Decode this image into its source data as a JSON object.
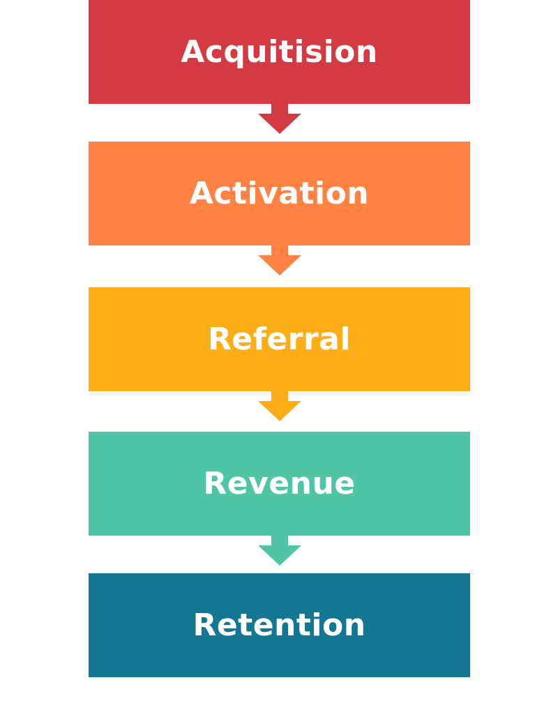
{
  "steps": [
    {
      "label": "Acquitision",
      "color": "#D33A42"
    },
    {
      "label": "Activation",
      "color": "#FE8242"
    },
    {
      "label": "Referral",
      "color": "#FDAD16"
    },
    {
      "label": "Revenue",
      "color": "#4FC5A5"
    },
    {
      "label": "Retention",
      "color": "#137794"
    }
  ]
}
